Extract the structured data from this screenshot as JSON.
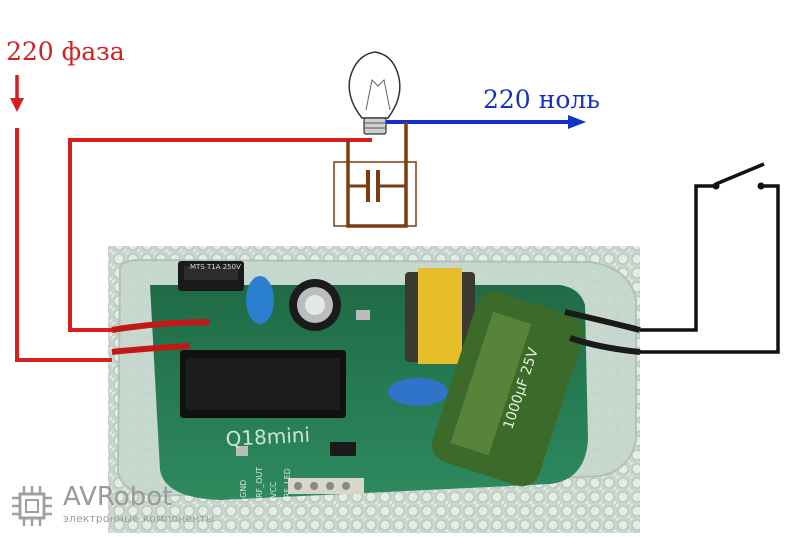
{
  "labels": {
    "phase": "220 фаза",
    "neutral": "220 ноль"
  },
  "logo": {
    "name": "AVRobot",
    "subtitle": "электронные компоненты"
  },
  "board_markings": {
    "model": "Q18mini",
    "fuse": "MTS T1A 250V",
    "capacitor": "1000µF 25V",
    "pins": [
      "GND",
      "RF_OUT",
      "VCC",
      "RF_LED"
    ]
  },
  "colors": {
    "phase_wire": "#d81e1e",
    "neutral_wire": "#1530c8",
    "lamp_wire": "#7a3d10",
    "switch_wire": "#111111",
    "logo": "#a0a0a0"
  },
  "icons": [
    "light-bulb-icon",
    "capacitor-icon",
    "switch-icon",
    "arrow-down-icon",
    "arrow-right-icon",
    "chip-logo-icon"
  ]
}
